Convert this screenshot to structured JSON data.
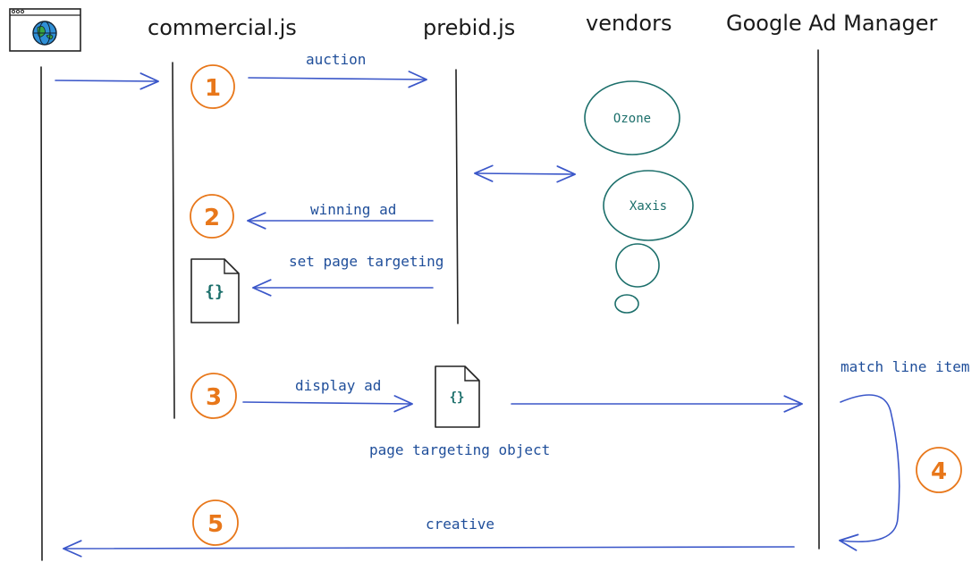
{
  "headers": {
    "commercial": "commercial.js",
    "prebid": "prebid.js",
    "vendors": "vendors",
    "gam": "Google Ad Manager"
  },
  "labels": {
    "auction": "auction",
    "winning_ad": "winning ad",
    "set_page_targeting": "set page targeting",
    "display_ad": "display ad",
    "page_targeting_object": "page targeting object",
    "match_line_item": "match line item",
    "creative": "creative"
  },
  "steps": [
    "1",
    "2",
    "3",
    "4",
    "5"
  ],
  "vendors": [
    "Ozone",
    "Xaxis"
  ],
  "doc_glyph": "{}",
  "icons": [
    "browser-globe-icon",
    "json-document-icon"
  ],
  "colors": {
    "arrow": "#3b57c9",
    "step": "#e8771a",
    "vendor": "#1c6f6b",
    "line": "#222222"
  }
}
